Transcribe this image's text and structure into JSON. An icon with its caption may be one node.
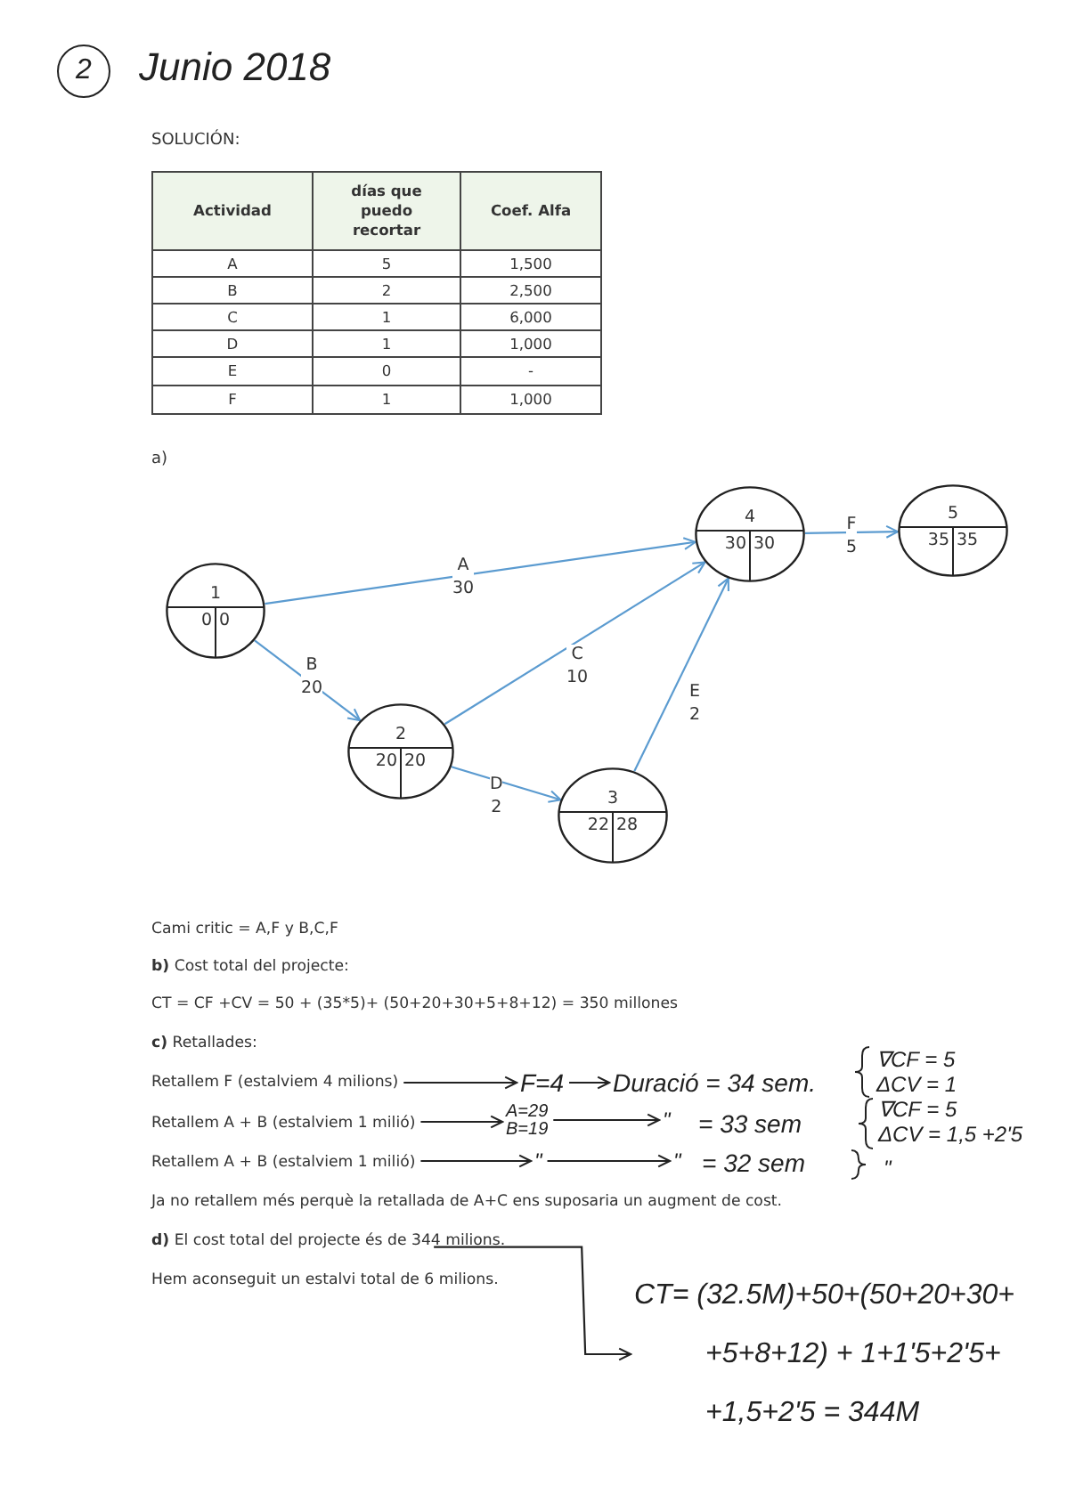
{
  "diagram": {
    "title": "Junio 2018",
    "nodes": [
      {
        "text": [
          "1",
          "0",
          "0"
        ]
      },
      {
        "text": [
          "2",
          "20",
          "20"
        ]
      },
      {
        "text": [
          "3",
          "22",
          "28"
        ]
      },
      {
        "text": [
          "4",
          "30",
          "30"
        ]
      },
      {
        "text": [
          "5",
          "35",
          "35"
        ]
      },
      {
        "text": [
          "Retallem F  (estalviem 4 milions)"
        ]
      },
      {
        "text": [
          "F=4"
        ]
      },
      {
        "text": [
          "Duració = 34 sem."
        ]
      },
      {
        "text": [
          "Retallem A + B (estalviem 1 milió)"
        ]
      },
      {
        "text": [
          "A=29",
          "B=19"
        ]
      },
      {
        "text": [
          "\""
        ]
      },
      {
        "text": [
          "Retallem A + B (estalviem 1 milió)"
        ]
      },
      {
        "text": [
          "\""
        ]
      },
      {
        "text": [
          "\""
        ]
      },
      {
        "text": [
          "**d)** El cost total del projecte és de 344 milions."
        ]
      },
      {
        "text": [
          "CT= (32.5M)+50+(50+20+30+ +5+8+12) + 1+1'5+2'5+ +1,5+2'5 = 344M"
        ]
      }
    ],
    "edges": [
      {
        "from": 0,
        "to": 3,
        "arrow": "to",
        "label": "A 30",
        "color": "#5b9bd0"
      },
      {
        "from": 0,
        "to": 1,
        "arrow": "to",
        "label": "B 20",
        "color": "#5b9bd0"
      },
      {
        "from": 1,
        "to": 3,
        "arrow": "to",
        "label": "C 10",
        "color": "#5b9bd0"
      },
      {
        "from": 1,
        "to": 2,
        "arrow": "to",
        "label": "D 2",
        "color": "#5b9bd0"
      },
      {
        "from": 2,
        "to": 3,
        "arrow": "to",
        "label": "E 2",
        "color": "#5b9bd0"
      },
      {
        "from": 3,
        "to": 4,
        "arrow": "to",
        "label": "F 5",
        "color": "#5b9bd0"
      },
      {
        "from": 5,
        "to": 6,
        "arrow": "to"
      },
      {
        "from": 6,
        "to": 7,
        "arrow": "to"
      },
      {
        "from": 8,
        "to": 9,
        "arrow": "to"
      },
      {
        "from": 9,
        "to": 10,
        "arrow": "to"
      },
      {
        "from": 11,
        "to": 12,
        "arrow": "to"
      },
      {
        "from": 12,
        "to": 13,
        "arrow": "to"
      },
      {
        "from": 14,
        "to": 15,
        "arrow": "to"
      }
    ],
    "labels": [
      "2",
      "SOLUCIÓN:",
      "Actividad",
      "días que puedo recortar",
      "Coef. Alfa",
      "A",
      "5",
      "1,500",
      "B",
      "2",
      "2,500",
      "C",
      "1",
      "6,000",
      "D",
      "1",
      "1,000",
      "E",
      "0",
      "-",
      "F",
      "1",
      "1,000",
      "a)",
      "Cami critic = A,F y B,C,F",
      "**b)** Cost total del projecte:",
      "CT = CF +CV = 50 + (35*5)+ (50+20+30+5+8+12) = 350 millones",
      "**c)** Retallades:",
      "∇CF = 5",
      "ΔCV = 1",
      "= 33 sem",
      "∇CF = 5",
      "ΔCV = 1,5 +2'5",
      "= 32 sem",
      "\"",
      "Ja no retallem més perquè la retallada de A+C ens suposaria un augment de cost.",
      "Hem aconseguit un estalvi total de 6 milions."
    ]
  }
}
